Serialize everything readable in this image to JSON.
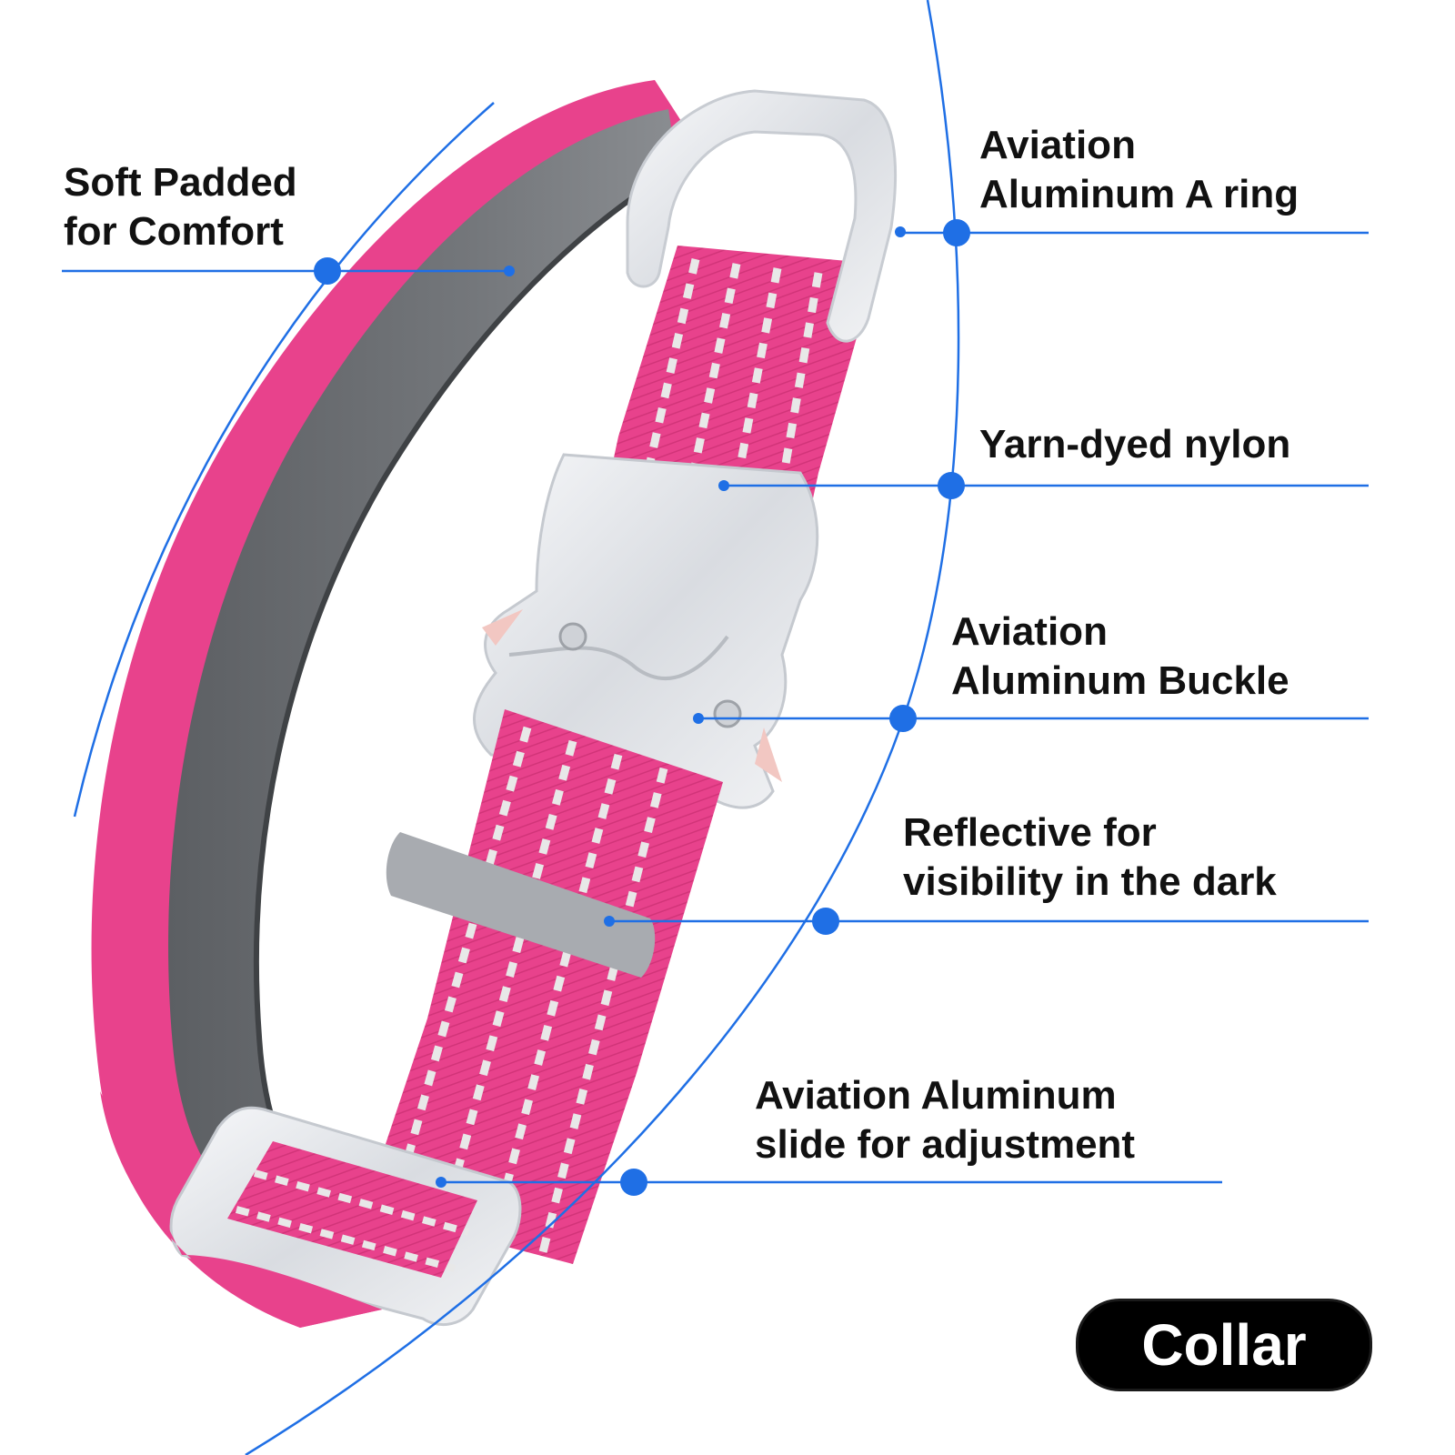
{
  "colors": {
    "accent": "#1f6fe5",
    "webbing": "#e8428c",
    "webbing_dark": "#b8285f",
    "reflective": "#e6e6e6",
    "padding": "#6c6f73",
    "metal": "#e4e6ea",
    "badge_bg": "#000000",
    "badge_text": "#ffffff"
  },
  "callouts": [
    {
      "id": "soft-padded",
      "lines": [
        "Soft Padded",
        "for Comfort"
      ]
    },
    {
      "id": "a-ring",
      "lines": [
        "Aviation",
        "Aluminum A ring"
      ]
    },
    {
      "id": "nylon",
      "lines": [
        "Yarn-dyed nylon"
      ]
    },
    {
      "id": "buckle",
      "lines": [
        "Aviation",
        "Aluminum Buckle"
      ]
    },
    {
      "id": "reflective",
      "lines": [
        "Reflective for",
        "visibility in the dark"
      ]
    },
    {
      "id": "slide",
      "lines": [
        "Aviation Aluminum",
        "slide for adjustment"
      ]
    }
  ],
  "badge": {
    "label": "Collar"
  }
}
